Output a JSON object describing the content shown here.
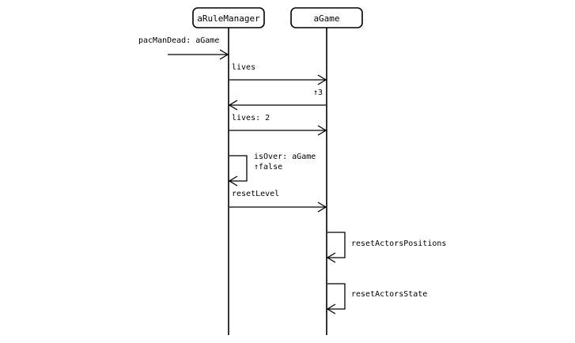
{
  "participants": {
    "rule_manager": "aRuleManager",
    "game": "aGame"
  },
  "messages": {
    "incoming": "pacManDead: aGame",
    "lives_call": "lives",
    "lives_return": "↑3",
    "lives_set": "lives: 2",
    "is_over_call": "isOver: aGame",
    "is_over_return": "↑false",
    "reset_level": "resetLevel",
    "reset_actors_positions": "resetActorsPositions",
    "reset_actors_state": "resetActorsState"
  }
}
